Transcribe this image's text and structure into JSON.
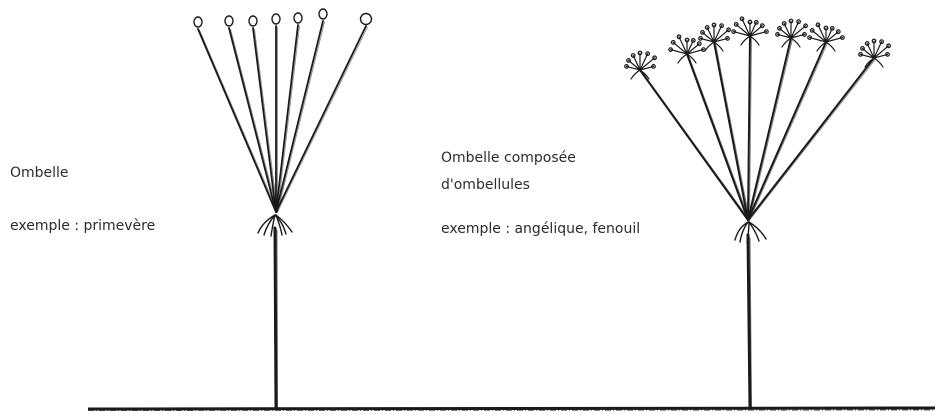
{
  "simple_umbel": {
    "title": "Ombelle",
    "example": "exemple : primevère"
  },
  "compound_umbel": {
    "title_line1": "Ombelle composée",
    "title_line2": "d'ombellules",
    "example": "exemple : angélique, fenouil"
  },
  "colors": {
    "ink": "#1a1a1a",
    "text": "#2c2c2c",
    "background": "#ffffff"
  }
}
